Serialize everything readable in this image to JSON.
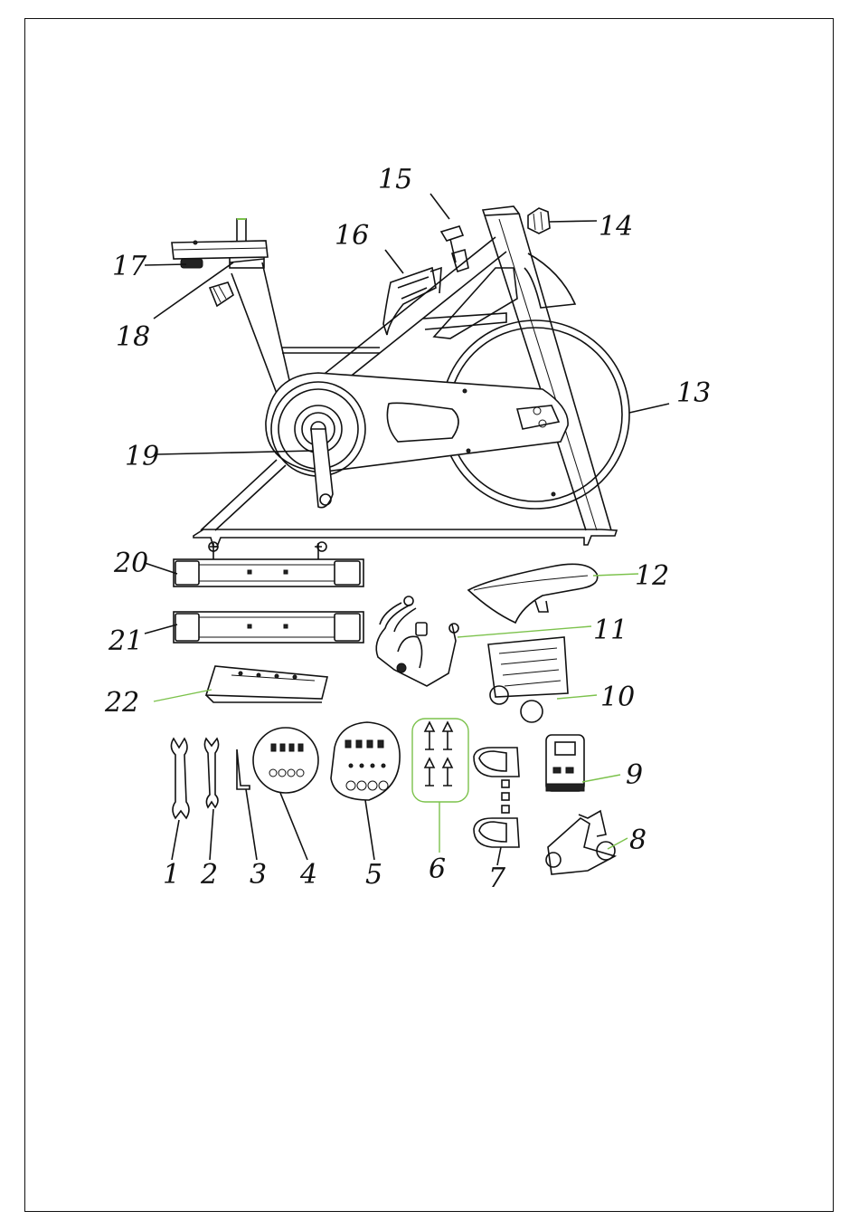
{
  "accent_color": "#7cc24c",
  "line_color": "#111111",
  "parts": {
    "p1": "1",
    "p2": "2",
    "p3": "3",
    "p4": "4",
    "p5": "5",
    "p6": "6",
    "p7": "7",
    "p8": "8",
    "p9": "9",
    "p10": "10",
    "p11": "11",
    "p12": "12",
    "p13": "13",
    "p14": "14",
    "p15": "15",
    "p16": "16",
    "p17": "17",
    "p18": "18",
    "p19": "19",
    "p20": "20",
    "p21": "21",
    "p22": "22"
  }
}
